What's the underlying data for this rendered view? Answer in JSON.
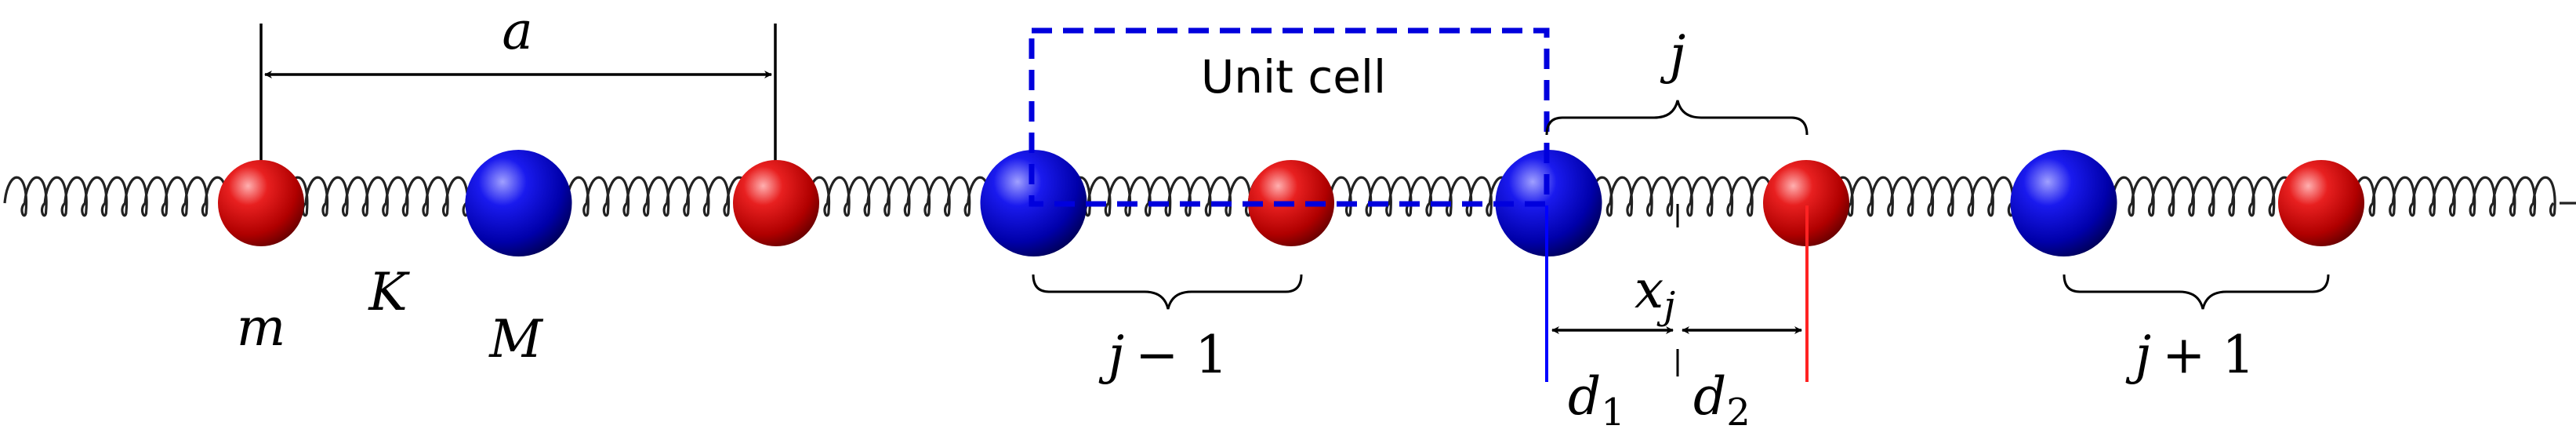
{
  "labels": {
    "lattice_constant": "a",
    "light_mass": "m",
    "spring_constant": "K",
    "heavy_mass": "M",
    "unit_cell": "Unit cell",
    "cell_j": "j",
    "cell_j_minus_1_var": "j",
    "cell_j_minus_1_op": "− 1",
    "cell_j_plus_1_var": "j",
    "cell_j_plus_1_op": "+ 1",
    "displacement_var": "x",
    "displacement_sub": "j",
    "d1_var": "d",
    "d1_sub": "1",
    "d2_var": "d",
    "d2_sub": "2"
  },
  "colors": {
    "light_mass": "#cc1111",
    "heavy_mass": "#1111cc",
    "unit_cell_border": "#0000dd",
    "red_marker": "#ff2222",
    "blue_marker": "#0000ff",
    "ink": "#000000"
  },
  "masses": [
    "light",
    "heavy",
    "light",
    "heavy",
    "light",
    "heavy",
    "light",
    "heavy",
    "light"
  ]
}
